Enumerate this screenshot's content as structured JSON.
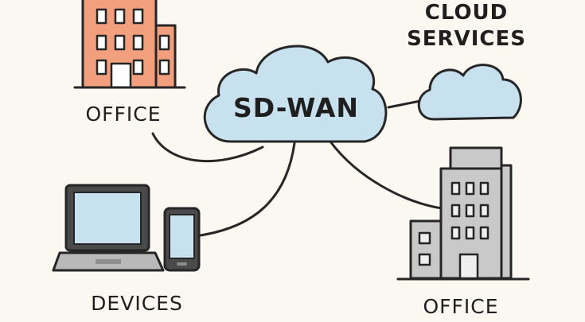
{
  "diagram": {
    "hub": {
      "label": "SD-WAN",
      "icon": "cloud-icon",
      "fill": "#c7e1ee"
    },
    "nodes": [
      {
        "id": "office-left",
        "label": "OFFICE",
        "icon": "office-building-icon",
        "fill": "#f19f7d"
      },
      {
        "id": "cloud-services",
        "label_lines": [
          "CLOUD",
          "SERVICES"
        ],
        "icon": "cloud-icon",
        "fill": "#c7e1ee"
      },
      {
        "id": "devices",
        "label": "DEVICES",
        "icons": [
          "laptop-icon",
          "smartphone-icon"
        ],
        "screen_fill": "#c7e1ee"
      },
      {
        "id": "office-right",
        "label": "OFFICE",
        "icon": "office-building-icon",
        "fill": "#c9c9c9"
      }
    ],
    "connections": [
      {
        "from": "SD-WAN",
        "to": "office-left"
      },
      {
        "from": "SD-WAN",
        "to": "cloud-services"
      },
      {
        "from": "SD-WAN",
        "to": "devices"
      },
      {
        "from": "SD-WAN",
        "to": "office-right"
      }
    ],
    "colors": {
      "background": "#fbf7f1",
      "ink": "#262626"
    }
  }
}
